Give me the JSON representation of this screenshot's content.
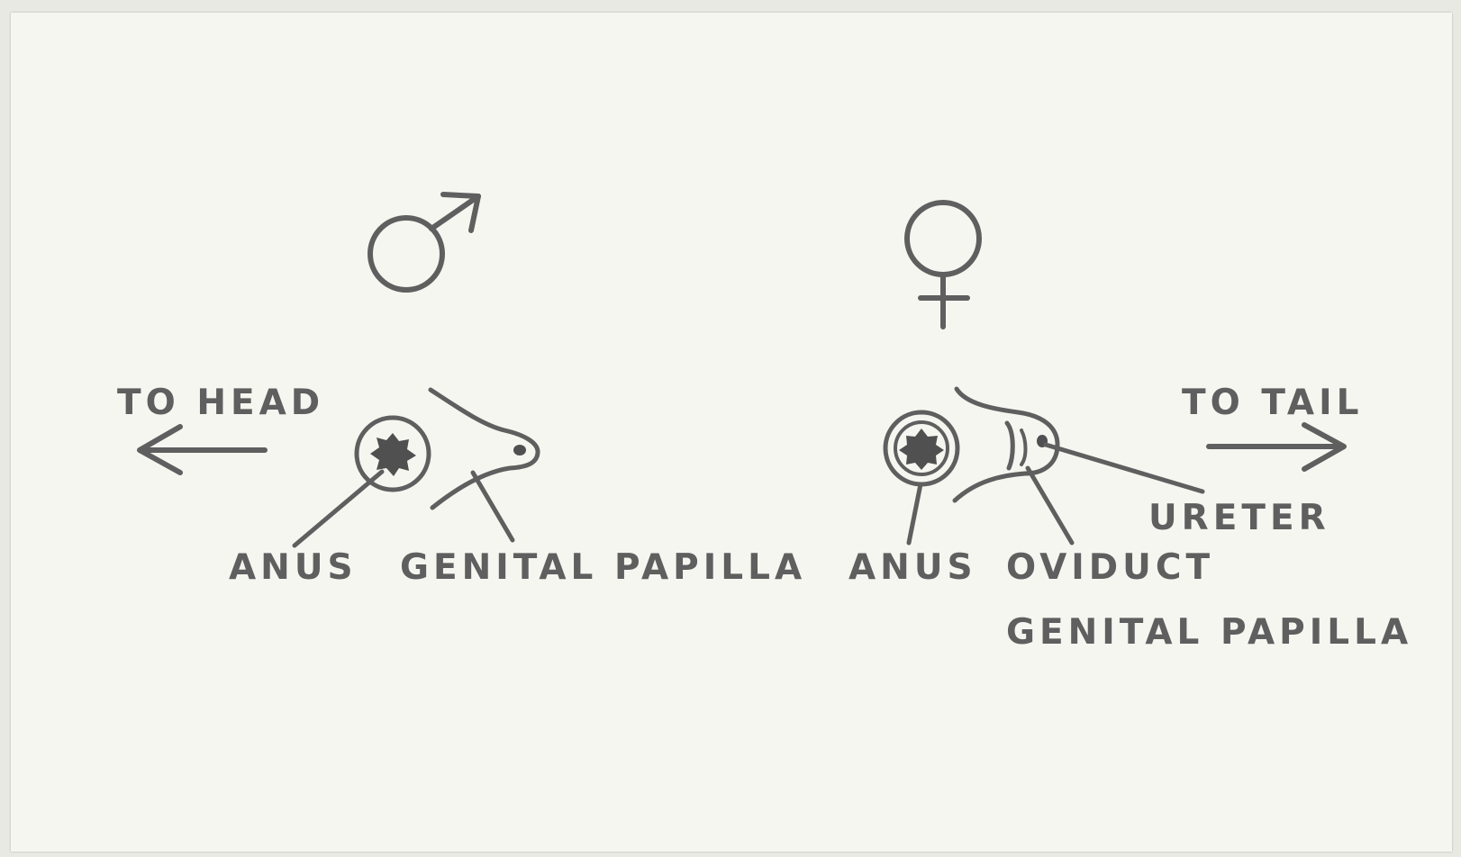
{
  "labels": {
    "to_head": "TO HEAD",
    "to_tail": "TO TAIL",
    "male_anus": "ANUS",
    "male_genital_papilla": "GENITAL PAPILLA",
    "female_anus": "ANUS",
    "oviduct": "OVIDUCT",
    "ureter": "URETER",
    "female_genital_papilla": "GENITAL PAPILLA"
  },
  "symbols": {
    "male": "male-symbol",
    "female": "female-symbol"
  },
  "colors": {
    "ink": "#5f5f5f",
    "paper": "#f6f6f1"
  }
}
